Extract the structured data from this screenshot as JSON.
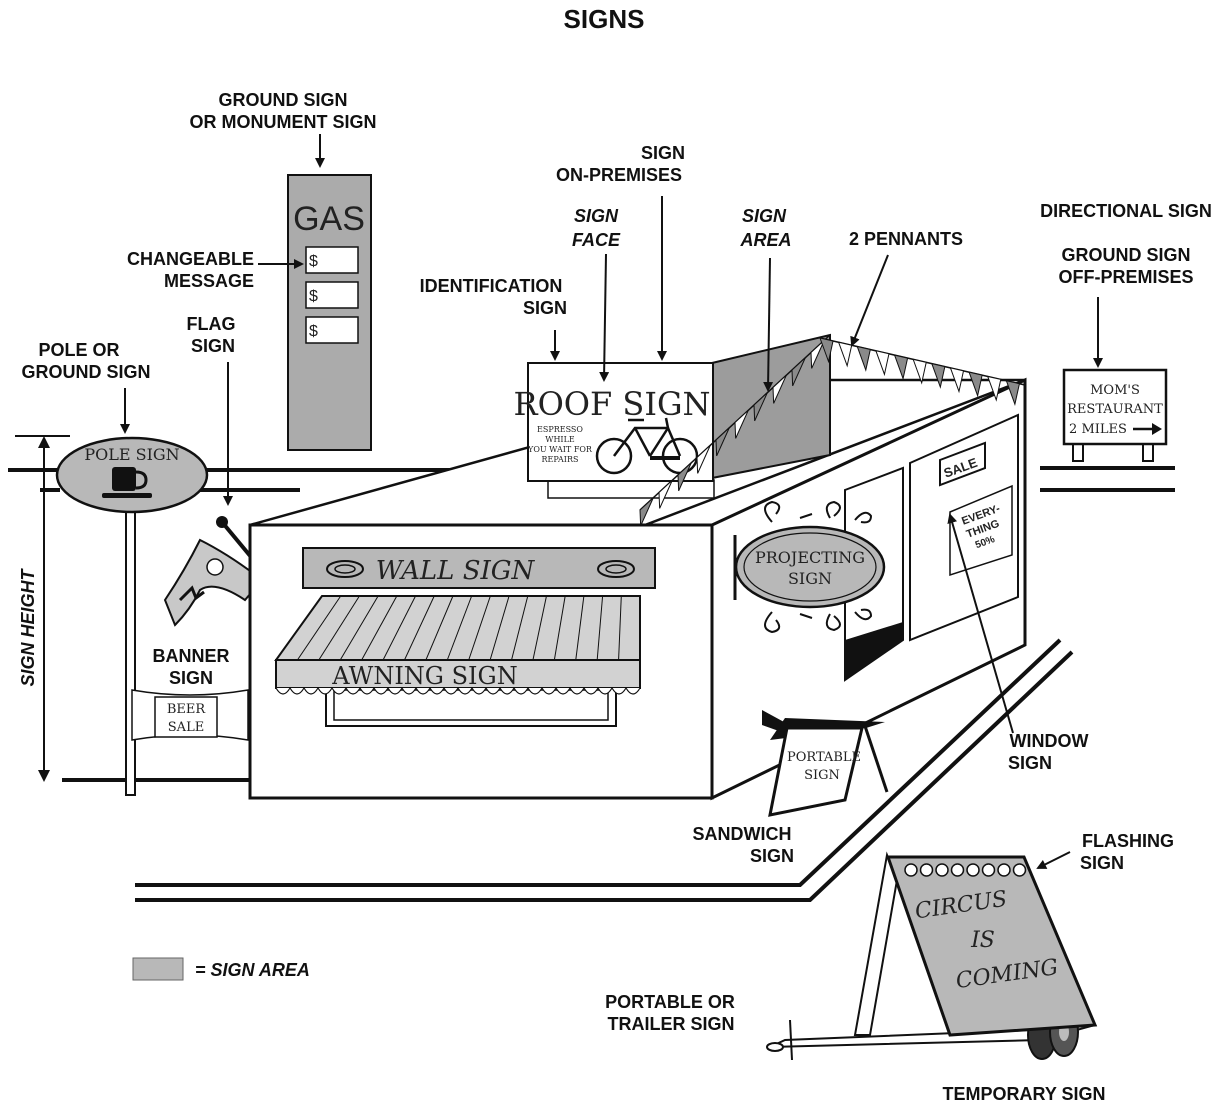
{
  "title": "SIGNS",
  "labels": {
    "ground_sign_1": "GROUND SIGN",
    "ground_sign_2": "OR MONUMENT SIGN",
    "sign_on_premises_1": "SIGN",
    "sign_on_premises_2": "ON-PREMISES",
    "sign_face_1": "SIGN",
    "sign_face_2": "FACE",
    "sign_area_1": "SIGN",
    "sign_area_2": "AREA",
    "two_pennants": "2 PENNANTS",
    "directional_sign": "DIRECTIONAL SIGN",
    "ground_off_1": "GROUND SIGN",
    "ground_off_2": "OFF-PREMISES",
    "changeable_1": "CHANGEABLE",
    "changeable_2": "MESSAGE",
    "identification_1": "IDENTIFICATION",
    "identification_2": "SIGN",
    "flag_1": "FLAG",
    "flag_2": "SIGN",
    "pole_1": "POLE OR",
    "pole_2": "GROUND SIGN",
    "sign_height": "SIGN HEIGHT",
    "banner_1": "BANNER",
    "banner_2": "SIGN",
    "window_1": "WINDOW",
    "window_2": "SIGN",
    "sandwich_1": "SANDWICH",
    "sandwich_2": "SIGN",
    "flashing_1": "FLASHING",
    "flashing_2": "SIGN",
    "portable_1": "PORTABLE OR",
    "portable_2": "TRAILER SIGN",
    "temporary": "TEMPORARY SIGN",
    "legend": "= SIGN AREA"
  },
  "sign_text": {
    "gas": "GAS",
    "dollar": "$",
    "roof_sign": "ROOF SIGN",
    "espresso_1": "ESPRESSO",
    "espresso_2": "WHILE",
    "espresso_3": "YOU WAIT FOR",
    "espresso_4": "REPAIRS",
    "pole_sign": "POLE SIGN",
    "wall_sign": "WALL SIGN",
    "awning_sign": "AWNING SIGN",
    "projecting_1": "PROJECTING",
    "projecting_2": "SIGN",
    "sale": "SALE",
    "everything_1": "EVERY-",
    "everything_2": "THING",
    "everything_3": "50%",
    "moms_1": "MOM'S",
    "moms_2": "RESTAURANT",
    "moms_3": "2 MILES",
    "beer_1": "BEER",
    "beer_2": "SALE",
    "portable_1": "PORTABLE",
    "portable_2": "SIGN",
    "circus_1": "CIRCUS",
    "circus_2": "IS",
    "circus_3": "COMING"
  },
  "colors": {
    "sign_area_fill": "#b8b8b8",
    "pennant_fill": "#8a8a8a",
    "background": "#ffffff"
  }
}
